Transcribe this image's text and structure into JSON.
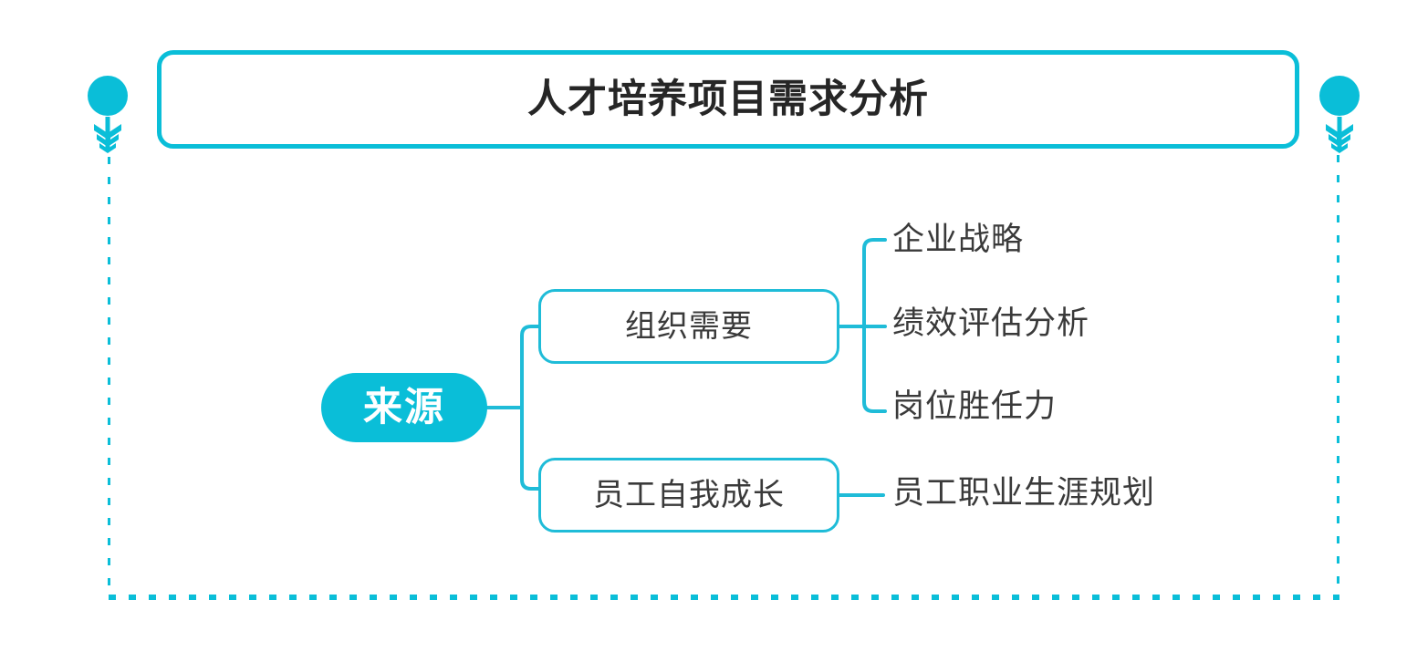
{
  "page": {
    "background_color": "#ffffff",
    "accent_color": "#0abed8",
    "text_color": "#3a3a3a",
    "title_text_color": "#262626"
  },
  "title": {
    "text": "人才培养项目需求分析"
  },
  "ornaments": {
    "left": {
      "name": "arrow-pin-left"
    },
    "right": {
      "name": "arrow-pin-right"
    }
  },
  "frame": {
    "style": "dotted",
    "color": "#0abed8"
  },
  "mindmap": {
    "root": {
      "label": "来源"
    },
    "branches": [
      {
        "label": "组织需要",
        "leaves": [
          {
            "label": "企业战略"
          },
          {
            "label": "绩效评估分析"
          },
          {
            "label": "岗位胜任力"
          }
        ]
      },
      {
        "label": "员工自我成长",
        "leaves": [
          {
            "label": "员工职业生涯规划"
          }
        ]
      }
    ]
  },
  "leaves_flat": [
    {
      "label": "企业战略"
    },
    {
      "label": "绩效评估分析"
    },
    {
      "label": "岗位胜任力"
    },
    {
      "label": "员工职业生涯规划"
    }
  ]
}
